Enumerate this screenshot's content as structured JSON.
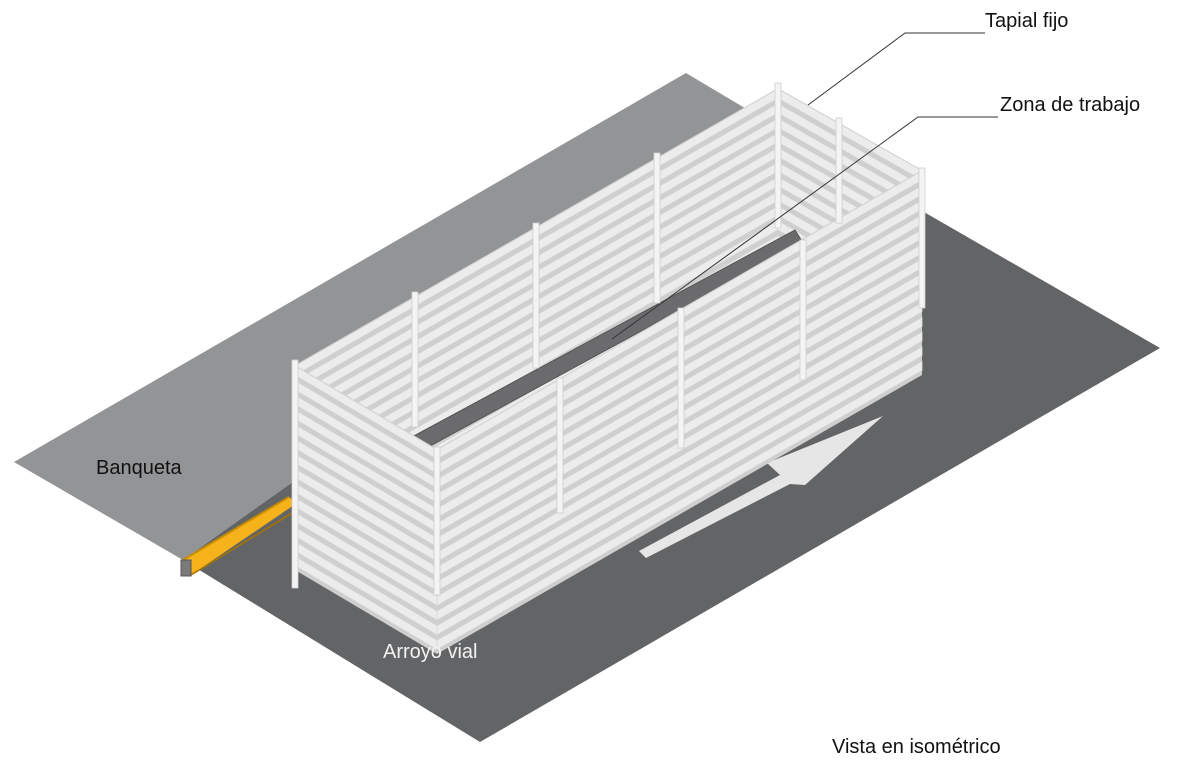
{
  "labels": {
    "tapial": "Tapial fijo",
    "zona": "Zona de trabajo",
    "banqueta": "Banqueta",
    "arroyo": "Arroyo vial",
    "vista": "Vista en isométrico"
  },
  "colors": {
    "sidewalk": "#939496",
    "road": "#636466",
    "curb": "#f6b21a",
    "fence": "#ececec",
    "fence_gap": "#cfcfcf",
    "trench": "#6b6b6d",
    "arrow": "#e6e6e6",
    "leader": "#333333"
  },
  "fence": {
    "board_count": 14
  }
}
